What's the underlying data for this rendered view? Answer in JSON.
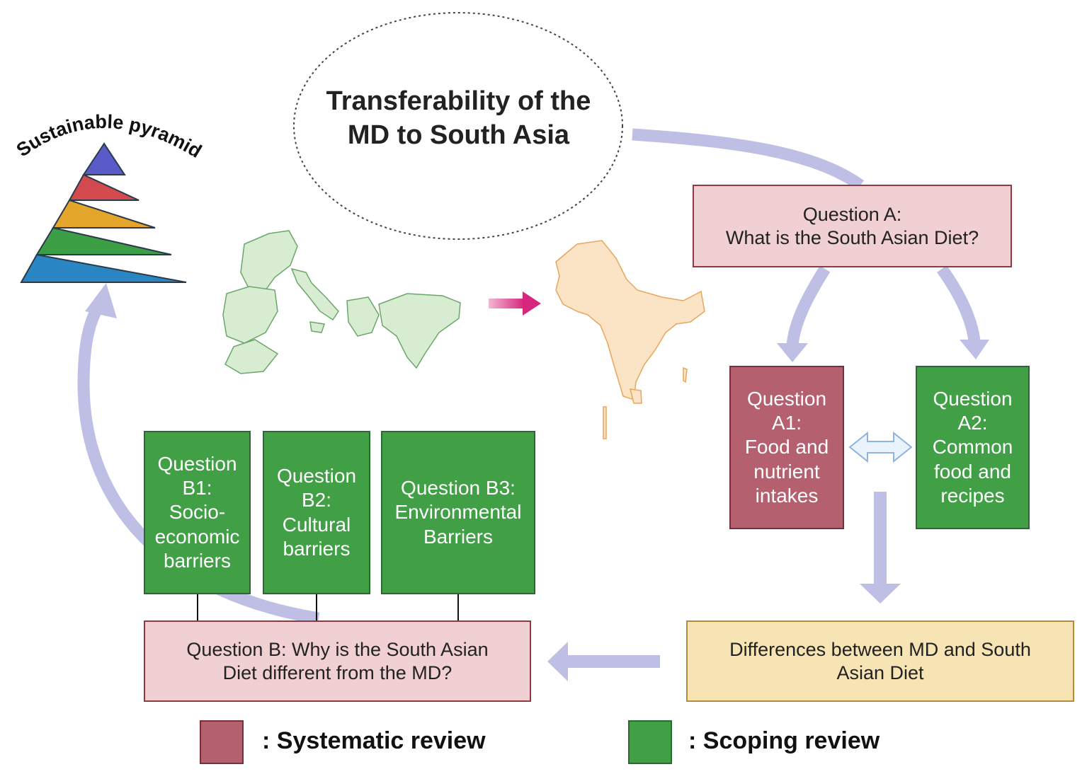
{
  "title": "Transferability of the\nMD to South Asia",
  "pyramid": {
    "label": "Sustainable pyramid",
    "layers": [
      "#5a5bc9",
      "#d34a4e",
      "#e3a62b",
      "#3d9f45",
      "#2a86c2"
    ]
  },
  "boxes": {
    "qA": "Question A:\nWhat is the South Asian Diet?",
    "qA1": "Question\nA1:\nFood and\nnutrient\nintakes",
    "qA2": "Question\nA2:\nCommon\nfood and\nrecipes",
    "differences": "Differences between MD and South\nAsian Diet",
    "qB": "Question B: Why is the South Asian\nDiet different from the MD?",
    "qB1": "Question\nB1:\nSocio-\neconomic\nbarriers",
    "qB2": "Question\nB2:\nCultural\nbarriers",
    "qB3": "Question B3:\nEnvironmental\nBarriers"
  },
  "legend": {
    "systematic": ": Systematic review",
    "scoping": ": Scoping review"
  },
  "colors": {
    "systematic": "#b5606f",
    "scoping": "#419f46",
    "arrow": "#bfbfe6",
    "map_md": "#d8ecd2",
    "map_sa": "#fbe3c6",
    "map_arrow": "#d6277d"
  }
}
